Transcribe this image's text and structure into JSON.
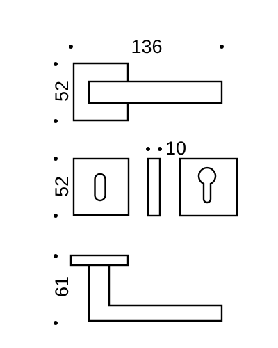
{
  "dimensions": {
    "width": "136",
    "height_top": "52",
    "height_middle": "52",
    "thickness": "10",
    "height_bottom": "61"
  },
  "colors": {
    "line": "#000000",
    "background": "#ffffff"
  }
}
